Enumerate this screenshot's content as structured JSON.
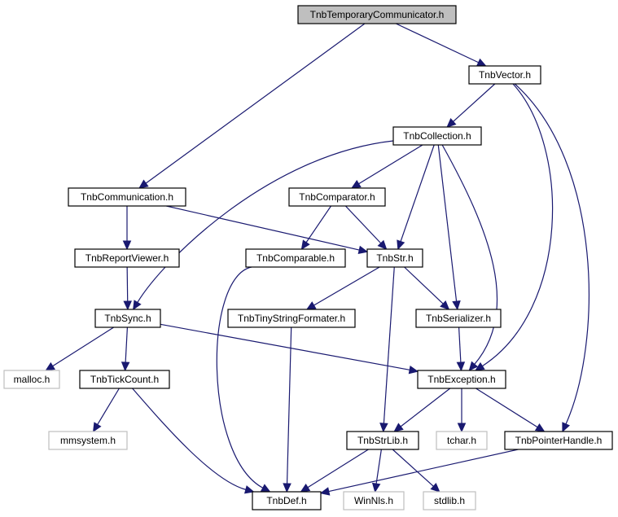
{
  "diagram": {
    "nodes": [
      {
        "id": "root",
        "label": "TnbTemporaryCommunicator.h",
        "kind": "root"
      },
      {
        "id": "vector",
        "label": "TnbVector.h",
        "kind": "header"
      },
      {
        "id": "collection",
        "label": "TnbCollection.h",
        "kind": "header"
      },
      {
        "id": "communication",
        "label": "TnbCommunication.h",
        "kind": "header"
      },
      {
        "id": "comparator",
        "label": "TnbComparator.h",
        "kind": "header"
      },
      {
        "id": "reportviewer",
        "label": "TnbReportViewer.h",
        "kind": "header"
      },
      {
        "id": "comparable",
        "label": "TnbComparable.h",
        "kind": "header"
      },
      {
        "id": "str",
        "label": "TnbStr.h",
        "kind": "header"
      },
      {
        "id": "sync",
        "label": "TnbSync.h",
        "kind": "header"
      },
      {
        "id": "tinyformater",
        "label": "TnbTinyStringFormater.h",
        "kind": "header"
      },
      {
        "id": "serializer",
        "label": "TnbSerializer.h",
        "kind": "header"
      },
      {
        "id": "malloc",
        "label": "malloc.h",
        "kind": "external"
      },
      {
        "id": "tickcount",
        "label": "TnbTickCount.h",
        "kind": "header"
      },
      {
        "id": "exception",
        "label": "TnbException.h",
        "kind": "header"
      },
      {
        "id": "mmsystem",
        "label": "mmsystem.h",
        "kind": "external"
      },
      {
        "id": "strlib",
        "label": "TnbStrLib.h",
        "kind": "header"
      },
      {
        "id": "tchar",
        "label": "tchar.h",
        "kind": "external"
      },
      {
        "id": "pointerhandle",
        "label": "TnbPointerHandle.h",
        "kind": "header"
      },
      {
        "id": "def",
        "label": "TnbDef.h",
        "kind": "header"
      },
      {
        "id": "winnls",
        "label": "WinNls.h",
        "kind": "external"
      },
      {
        "id": "stdlib",
        "label": "stdlib.h",
        "kind": "external"
      }
    ],
    "edges": [
      {
        "from": "root",
        "to": "vector"
      },
      {
        "from": "root",
        "to": "communication"
      },
      {
        "from": "vector",
        "to": "collection"
      },
      {
        "from": "vector",
        "to": "exception"
      },
      {
        "from": "vector",
        "to": "pointerhandle"
      },
      {
        "from": "collection",
        "to": "sync"
      },
      {
        "from": "collection",
        "to": "comparator"
      },
      {
        "from": "collection",
        "to": "str"
      },
      {
        "from": "collection",
        "to": "serializer"
      },
      {
        "from": "collection",
        "to": "exception"
      },
      {
        "from": "communication",
        "to": "reportviewer"
      },
      {
        "from": "communication",
        "to": "str"
      },
      {
        "from": "comparator",
        "to": "comparable"
      },
      {
        "from": "comparator",
        "to": "str"
      },
      {
        "from": "reportviewer",
        "to": "sync"
      },
      {
        "from": "comparable",
        "to": "def"
      },
      {
        "from": "str",
        "to": "tinyformater"
      },
      {
        "from": "str",
        "to": "serializer"
      },
      {
        "from": "str",
        "to": "strlib"
      },
      {
        "from": "sync",
        "to": "malloc"
      },
      {
        "from": "sync",
        "to": "tickcount"
      },
      {
        "from": "sync",
        "to": "exception"
      },
      {
        "from": "tinyformater",
        "to": "def"
      },
      {
        "from": "serializer",
        "to": "exception"
      },
      {
        "from": "tickcount",
        "to": "mmsystem"
      },
      {
        "from": "tickcount",
        "to": "def"
      },
      {
        "from": "exception",
        "to": "strlib"
      },
      {
        "from": "exception",
        "to": "tchar"
      },
      {
        "from": "exception",
        "to": "pointerhandle"
      },
      {
        "from": "strlib",
        "to": "def"
      },
      {
        "from": "strlib",
        "to": "winnls"
      },
      {
        "from": "strlib",
        "to": "stdlib"
      },
      {
        "from": "pointerhandle",
        "to": "def"
      }
    ],
    "colors": {
      "edge": "#191970",
      "node_border": "#000000",
      "external_border": "#bfbfbf",
      "root_fill": "#bfbfbf"
    }
  }
}
